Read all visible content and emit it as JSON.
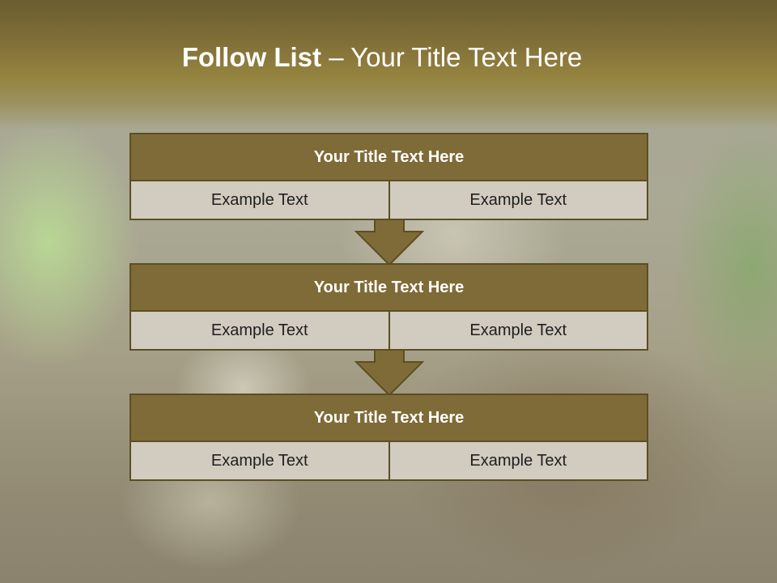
{
  "slide": {
    "title_bold": "Follow List",
    "title_rest": " – Your Title Text Here"
  },
  "blocks": [
    {
      "title": "Your Title Text Here",
      "left": "Example Text",
      "right": "Example Text"
    },
    {
      "title": "Your Title Text Here",
      "left": "Example Text",
      "right": "Example Text"
    },
    {
      "title": "Your Title Text Here",
      "left": "Example Text",
      "right": "Example Text"
    }
  ],
  "colors": {
    "accent": "#7f6b37",
    "border": "#5c4e24",
    "cell": "#d1cbc0"
  },
  "icons": [
    "down-arrow-icon",
    "down-arrow-icon"
  ]
}
